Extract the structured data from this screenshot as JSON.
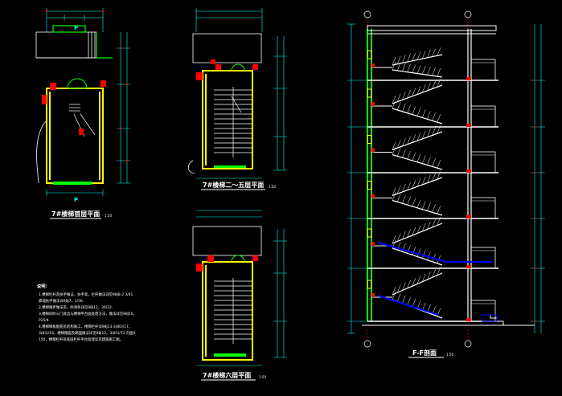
{
  "drawing": {
    "titles": {
      "plan_ground": "7#楼梯首层平面",
      "plan_typical": "7#楼梯二～五层平面",
      "plan_top": "7#楼梯六层平面",
      "section": "F-F剖面"
    },
    "scale_label": "1:50",
    "section_mark": "P",
    "notes_heading": "说明：",
    "notes": [
      "1.楼梯栏杆及扶手做法，扶手高，栏杆做法详见98J8-2 3/41",
      "   靠墙扶手做法详98J7，1/56.",
      "2.楼梯踏步做法见，防滑条详见98J12，30/22.",
      "3.楼梯间防火门底边与楼梯平台面处理方法，做法详见98J1S，",
      "   P25/4.",
      "4.楼梯梯板配筋见结构施工，楼梯栏杆详98J13-3(80)/17，",
      "   3(83)/18，楼梯踏面及踢面做法详见98J12，3(83)/73 页面4",
      "   150，楼梯栏杆及底层栏杆平台处理详见建施施工图。"
    ],
    "colors": {
      "background": "#000000",
      "wall": "#ffff00",
      "grid": "#00ff00",
      "dimension": "#00ffff",
      "column": "#ff0000",
      "door": "#00ff00",
      "rail": "#0000ff",
      "text": "#ffffff"
    }
  }
}
